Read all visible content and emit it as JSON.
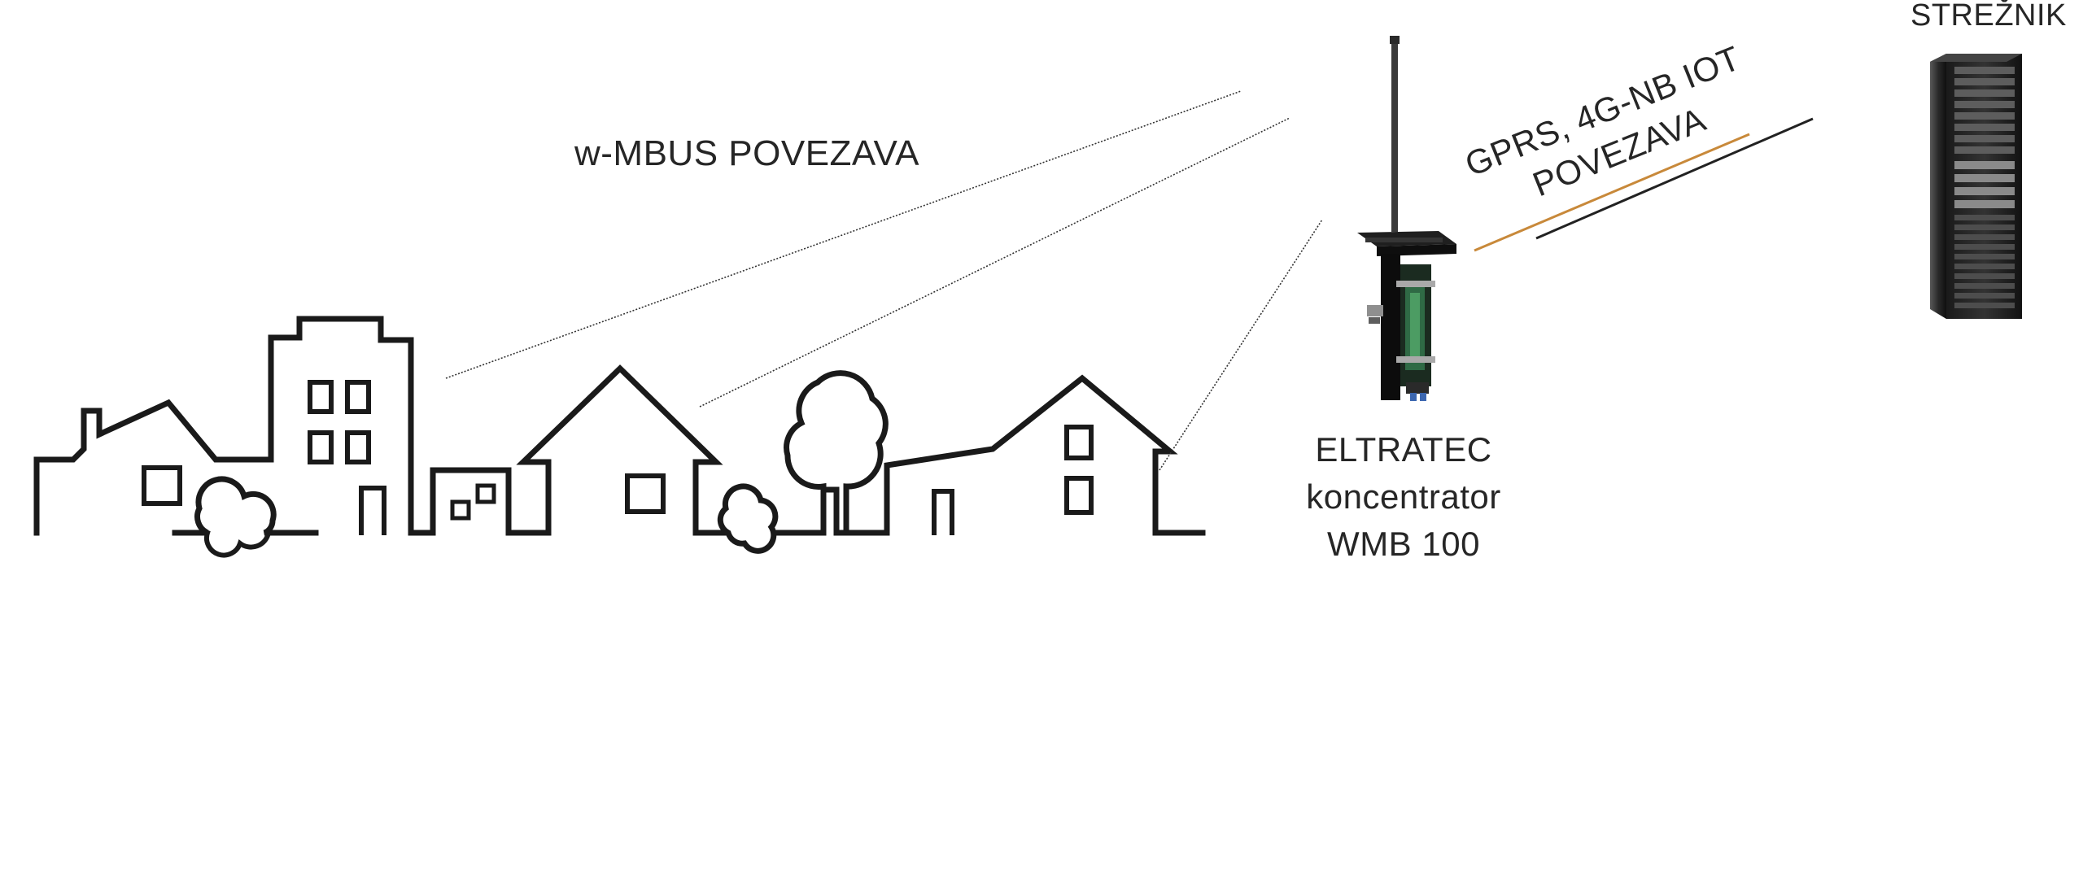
{
  "labels": {
    "wmbus_link": "w-MBUS POVEZAVA",
    "server": "STREŽNIK",
    "gprs_line1": "GPRS, 4G-NB IOT",
    "gprs_line2": "POVEZAVA",
    "concentrator_line1": "ELTRATEC",
    "concentrator_line2": "koncentrator",
    "concentrator_line3": "WMB 100"
  },
  "icons": {
    "houses": "houses-skyline-icon",
    "concentrator": "concentrator-device-icon",
    "server": "server-rack-icon"
  },
  "colors": {
    "outline": "#1a1a1a",
    "link_orange": "#c8893a",
    "link_dark": "#222222",
    "text": "#262626"
  }
}
